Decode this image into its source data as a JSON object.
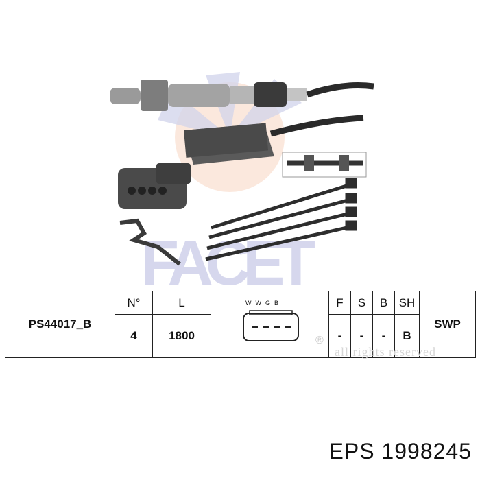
{
  "watermark": {
    "logo_text": "FACET",
    "notice": "all rights reserved",
    "reg_mark": "®"
  },
  "table": {
    "part_number": "PS44017_B",
    "headers": {
      "n": "N°",
      "l": "L",
      "f": "F",
      "s": "S",
      "b": "B",
      "sh": "SH"
    },
    "connector_pins": "WWGB",
    "values": {
      "n": "4",
      "l": "1800",
      "f": "-",
      "s": "-",
      "b": "-",
      "sh": "B"
    },
    "type": "SWP"
  },
  "footer": {
    "brand": "EPS",
    "number": "1998245"
  },
  "colors": {
    "logo_blue": "#c9cce8",
    "logo_peach": "#f6c8ae",
    "sensor_metal": "#8a8a8a",
    "plastic": "#4a4a4a"
  }
}
